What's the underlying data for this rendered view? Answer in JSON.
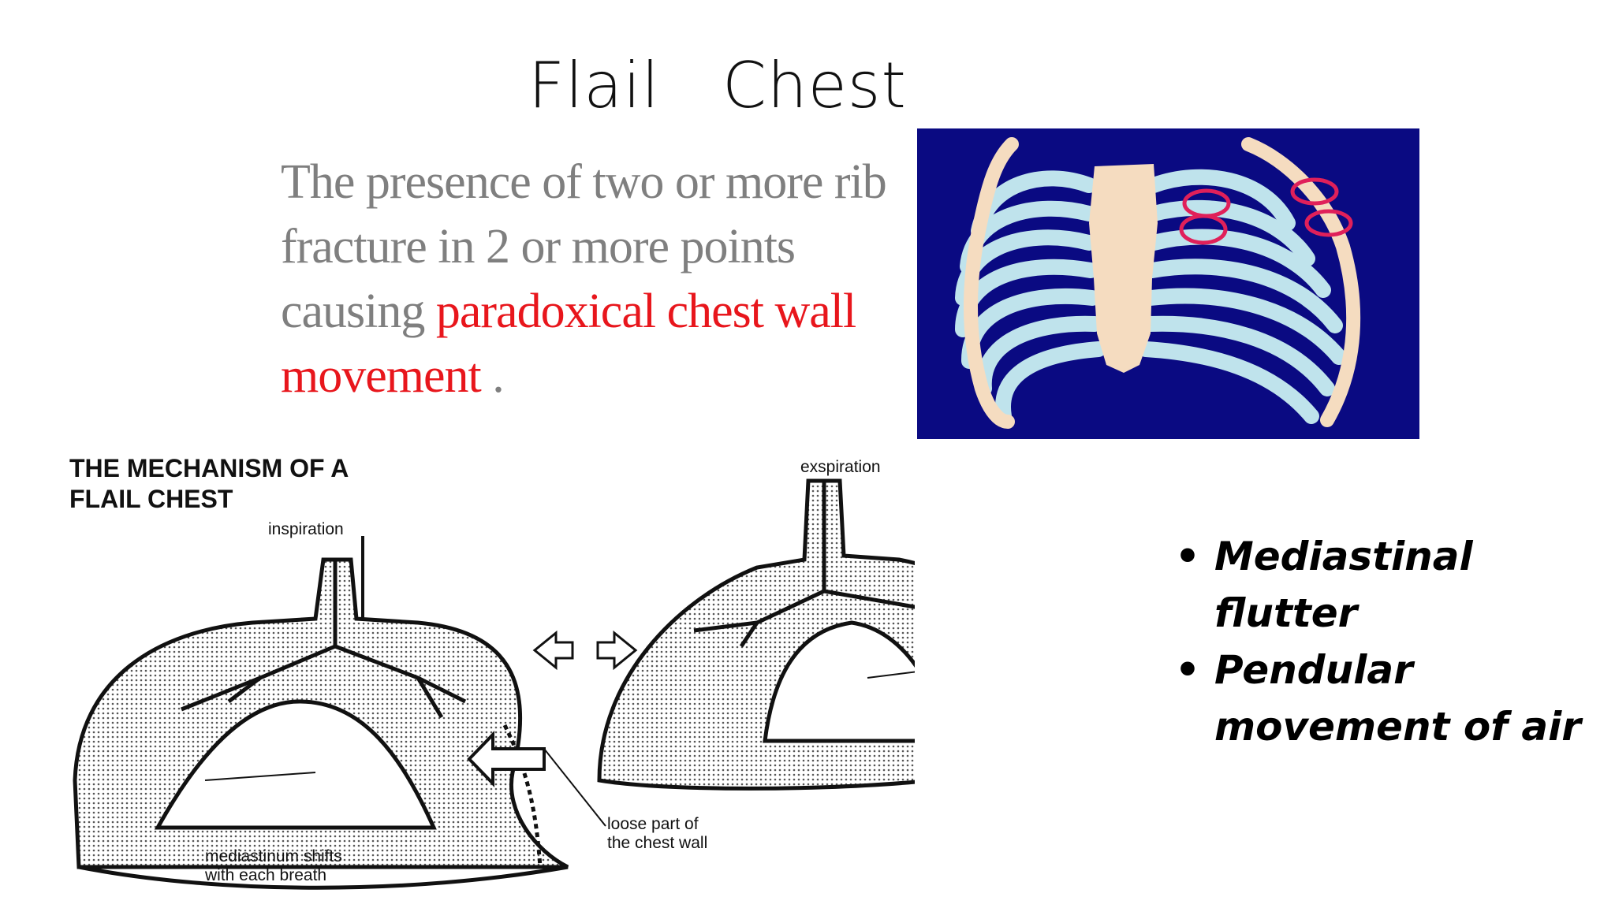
{
  "slide": {
    "title": "Flail   Chest",
    "definition": {
      "part1": "The presence of two or more rib fracture in 2  or more points causing ",
      "highlight": "paradoxical chest wall movement",
      "part2": " ."
    },
    "diagram": {
      "heading_line1": "THE MECHANISM OF A",
      "heading_line2": "FLAIL CHEST",
      "inspiration": "inspiration",
      "exspiration": "exspiration",
      "loose_line1": "loose part of",
      "loose_line2": "the chest wall",
      "mediastinum_line1": "mediastinum shifts",
      "mediastinum_line2": "with each breath"
    },
    "bullets": [
      "Mediastinal flutter",
      "Pendular movement of air"
    ]
  },
  "colors": {
    "ribcage_background": "#0a0a82",
    "highlight_text": "#e8161c",
    "fracture_marker": "#e0205a",
    "body_text": "#7f7f7f"
  }
}
